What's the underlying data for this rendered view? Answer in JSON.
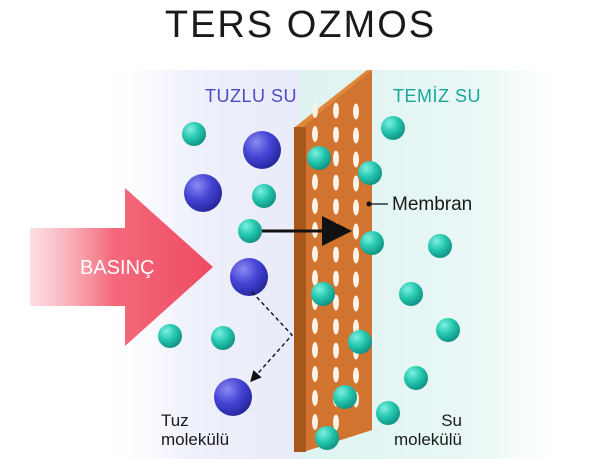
{
  "title": "TERS OZMOS",
  "zones": {
    "salt_water": "TUZLU SU",
    "clean_water": "TEMİZ SU"
  },
  "pressure_label": "BASINÇ",
  "membrane_label": "Membran",
  "salt_molecule_label": {
    "line1": "Tuz",
    "line2": "molekülü"
  },
  "water_molecule_label": {
    "line1": "Su",
    "line2": "molekülü"
  },
  "colors": {
    "salt_molecule": "#3c3ccc",
    "water_molecule": "#1fbfa9",
    "membrane": "#c56a25",
    "pressure_arrow": "#f25a6e",
    "salt_zone_label": "#4a4ac8",
    "clean_zone_label": "#15a899"
  }
}
